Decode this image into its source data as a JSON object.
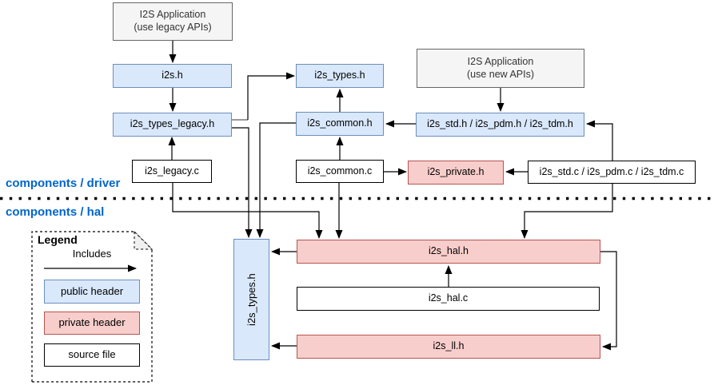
{
  "sections": {
    "driver": "components / driver",
    "hal": "components / hal"
  },
  "nodes": {
    "app_legacy": {
      "line1": "I2S Application",
      "line2": "(use legacy APIs)"
    },
    "i2s_h": {
      "label": "i2s.h"
    },
    "i2s_types_legacy_h": {
      "label": "i2s_types_legacy.h"
    },
    "i2s_legacy_c": {
      "label": "i2s_legacy.c"
    },
    "i2s_types_h": {
      "label": "i2s_types.h"
    },
    "i2s_common_h": {
      "label": "i2s_common.h"
    },
    "i2s_common_c": {
      "label": "i2s_common.c"
    },
    "app_new": {
      "line1": "I2S Application",
      "line2": "(use new APIs)"
    },
    "i2s_std_pdm_tdm_h": {
      "label": "i2s_std.h / i2s_pdm.h / i2s_tdm.h"
    },
    "i2s_private_h": {
      "label": "i2s_private.h"
    },
    "i2s_std_pdm_tdm_c": {
      "label": "i2s_std.c / i2s_pdm.c / i2s_tdm.c"
    },
    "i2s_types_h_hal": {
      "label": "i2s_types.h"
    },
    "i2s_hal_h": {
      "label": "i2s_hal.h"
    },
    "i2s_hal_c": {
      "label": "i2s_hal.c"
    },
    "i2s_ll_h": {
      "label": "i2s_ll.h"
    }
  },
  "legend": {
    "title": "Legend",
    "arrow_label": "Includes",
    "items": [
      {
        "label": "public header",
        "type": "public-header"
      },
      {
        "label": "private header",
        "type": "private-header"
      },
      {
        "label": "source file",
        "type": "source-file"
      }
    ]
  },
  "colors": {
    "public_header_fill": "#dae8fc",
    "public_header_border": "#6c8ebf",
    "private_header_fill": "#f8cecc",
    "private_header_border": "#b85450",
    "source_file_fill": "#ffffff",
    "source_file_border": "#000000",
    "application_fill": "#f5f5f5",
    "application_border": "#666666",
    "section_label_color": "#0066cc",
    "connector_color": "#000000"
  }
}
